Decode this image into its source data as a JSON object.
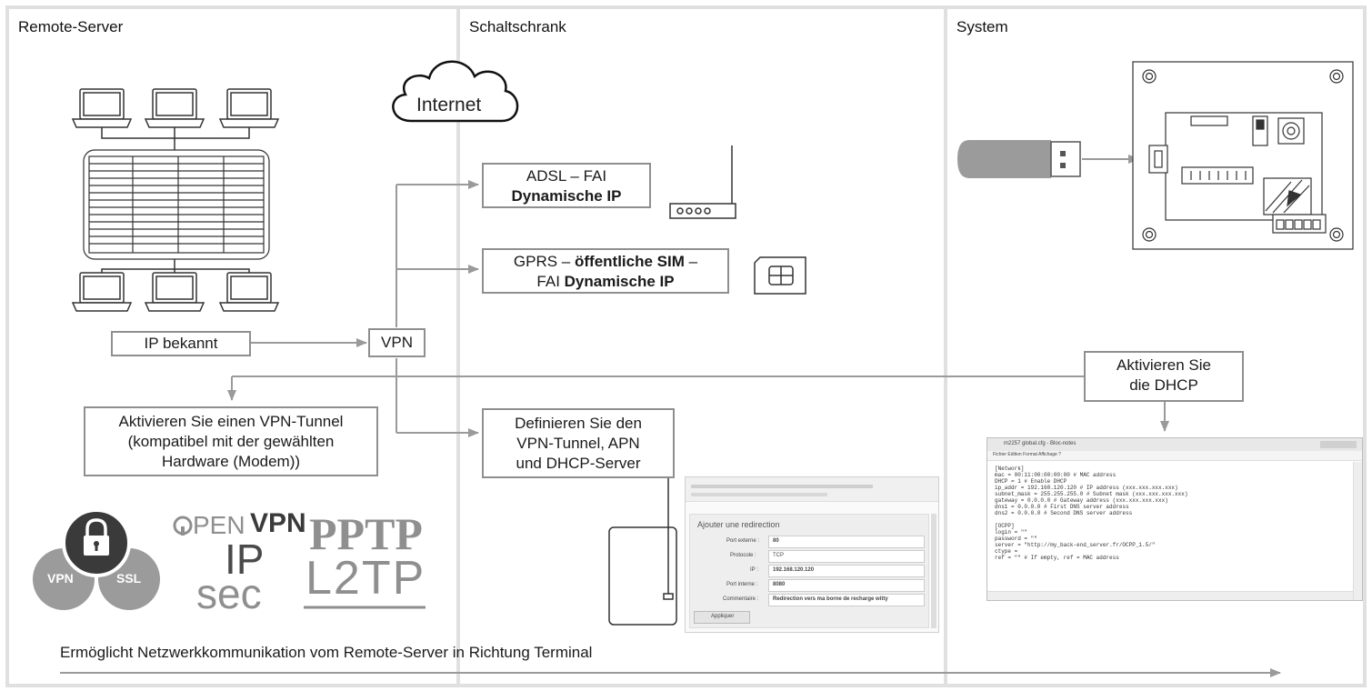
{
  "columns": {
    "remote": "Remote-Server",
    "cabinet": "Schaltschrank",
    "system": "System"
  },
  "cloud_label": "Internet",
  "boxes": {
    "adsl_line1": "ADSL – FAI",
    "adsl_line2": "Dynamische IP",
    "gprs_a": "GPRS – ",
    "gprs_b": "öffentliche SIM",
    "gprs_c": " –",
    "gprs_d": "FAI ",
    "gprs_e": "Dynamische IP",
    "ip_known": "IP bekannt",
    "vpn": "VPN",
    "activate_vpn_1": "Aktivieren Sie einen VPN-Tunnel",
    "activate_vpn_2": "(kompatibel mit der gewählten",
    "activate_vpn_3": "Hardware (Modem))",
    "define_1": "Definieren Sie den",
    "define_2": "VPN-Tunnel, APN",
    "define_3": "und DHCP-Server",
    "dhcp_1": "Aktivieren Sie",
    "dhcp_2": "die DHCP"
  },
  "logos": {
    "vpn": "VPN",
    "ssl": "SSL",
    "openvpn_a": "PEN",
    "openvpn_b": "VPN",
    "ipsec_1": "IP",
    "ipsec_2": "sec",
    "pptp": "PPTP",
    "l2tp": "L2TP"
  },
  "router_ui": {
    "title": "Ajouter une redirection",
    "fields": [
      {
        "label": "Port externe :",
        "value": "80"
      },
      {
        "label": "Protocole :",
        "value": "TCP"
      },
      {
        "label": "IP :",
        "value": "192.168.120.120"
      },
      {
        "label": "Port interne :",
        "value": "8080"
      },
      {
        "label": "Commentaire :",
        "value": "Redirection vers ma borne de recharge witty"
      }
    ],
    "button": "Appliquer"
  },
  "notepad": {
    "title": "m2257 global.cfg - Bloc-notes",
    "menu": "Fichier  Edition  Format  Affichage  ?",
    "lines": [
      "[Network]",
      "mac = 00:11:00:00:00:00             # MAC address",
      "DHCP = 1                             # Enable DHCP",
      "ip_addr = 192.168.120.120            # IP address (xxx.xxx.xxx.xxx)",
      "subnet_mask = 255.255.255.0          # Subnet mask (xxx.xxx.xxx.xxx)",
      "gateway = 0.0.0.0                    # Gateway address (xxx.xxx.xxx.xxx)",
      "dns1 = 0.0.0.0                       # First DNS server address",
      "dns2 = 0.0.0.0                       # Second DNS server address",
      "",
      "[OCPP]",
      "login = \"\"",
      "password = \"\"",
      "server = \"http://my_back-end_server.fr/OCPP_1.5/\"",
      "ctype = ",
      "ref = \"\"                              # If empty, ref = MAC address"
    ]
  },
  "bottom_text": "Ermöglicht Netzwerkkommunikation vom Remote-Server in Richtung Terminal",
  "colors": {
    "line": "#9a9a9a",
    "border": "#8f8f8f",
    "panel": "#e0e0e0",
    "device": "#9b9b9b"
  }
}
